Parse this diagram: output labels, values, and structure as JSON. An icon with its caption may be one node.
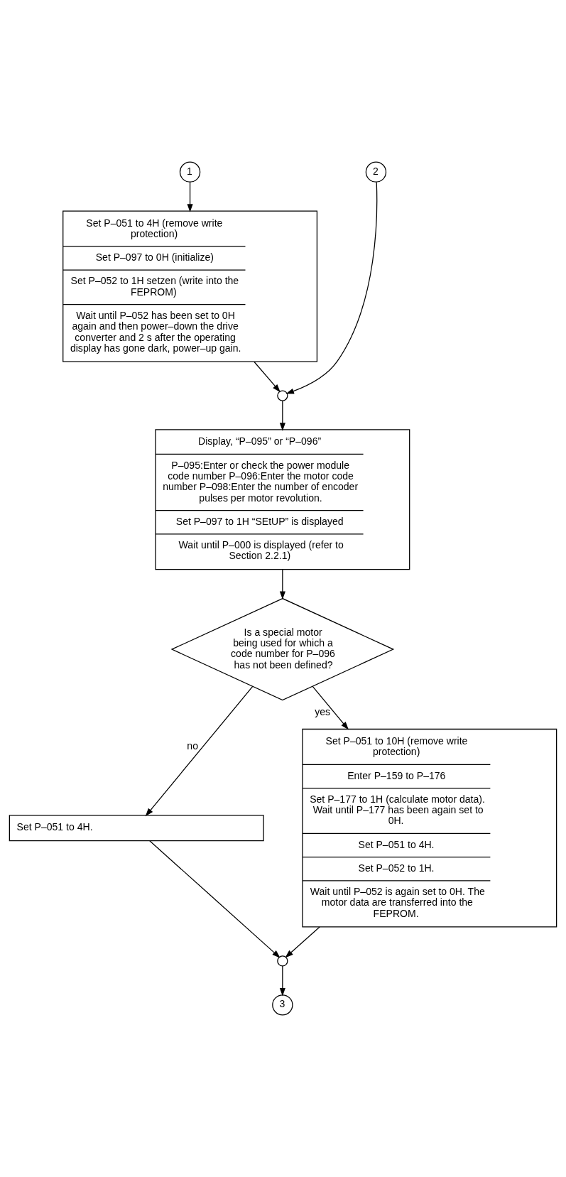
{
  "diagram": {
    "nodes": [
      {
        "text": [
          "1"
        ]
      },
      {
        "text": [
          "2"
        ]
      },
      {
        "text": [
          "Set P–051 to 4H (remove write protection)",
          "Set P–097 to 0H (initialize)",
          "Set P–052 to 1H setzen (write into the FEPROM)",
          "Wait until P–052 has been set to 0H again and then power–down the drive converter and 2 s after the operating display has gone dark, power–up gain."
        ]
      },
      {
        "text": [],
        "shape": "circle"
      },
      {
        "text": [
          "Display, “P–095” or “P–096”",
          "P–095:Enter or check the power module code number P–096:Enter the motor code number P–098:Enter the number of encoder pulses per motor revolution.",
          "Set P–097 to 1H “SEtUP” is displayed",
          "Wait until P–000 is displayed (refer to Section 2.2.1)"
        ]
      },
      {
        "text": [
          "Is a special motor being used for which a code number for P–096 has not been defined?"
        ]
      },
      {
        "text": [
          "Set P–051 to 4H."
        ]
      },
      {
        "text": [
          "Set P–051 to 10H (remove write protection)",
          "Enter P–159 to P–176",
          "Set P–177 to 1H (calculate motor data). Wait until P–177 has been again set to 0H.",
          "Set P–051 to 4H.",
          "Set P–052 to 1H.",
          "Wait until P–052 is again set to 0H. The motor data are transferred into the FEPROM."
        ]
      },
      {
        "text": [],
        "shape": "circle"
      },
      {
        "text": [
          "3"
        ]
      }
    ],
    "edges": [
      {
        "from": 0,
        "to": 2,
        "arrow": "to"
      },
      {
        "from": 2,
        "to": 3,
        "arrow": "to"
      },
      {
        "from": 1,
        "to": 3,
        "arrow": "to"
      },
      {
        "from": 3,
        "to": 4,
        "arrow": "to"
      },
      {
        "from": 4,
        "to": 5,
        "arrow": "to"
      },
      {
        "from": 5,
        "to": 7,
        "arrow": "to",
        "label": "yes"
      },
      {
        "from": 5,
        "to": 6,
        "arrow": "to",
        "label": "no"
      },
      {
        "from": 6,
        "to": 8,
        "arrow": "to"
      },
      {
        "from": 7,
        "to": 8,
        "arrow": "to"
      },
      {
        "from": 8,
        "to": 9,
        "arrow": "to"
      }
    ]
  }
}
